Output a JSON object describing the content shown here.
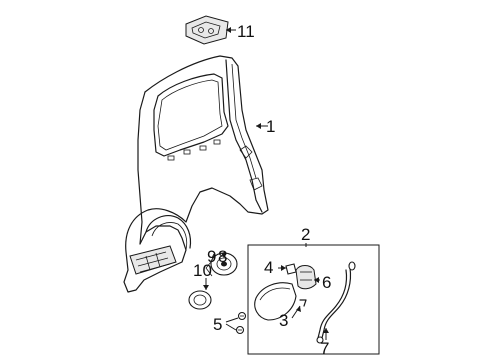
{
  "callouts": [
    {
      "id": "c1",
      "label": "1"
    },
    {
      "id": "c2",
      "label": "2"
    },
    {
      "id": "c3",
      "label": "3"
    },
    {
      "id": "c4",
      "label": "4"
    },
    {
      "id": "c5",
      "label": "5"
    },
    {
      "id": "c6",
      "label": "6"
    },
    {
      "id": "c7",
      "label": "7"
    },
    {
      "id": "c8",
      "label": "8"
    },
    {
      "id": "c9",
      "label": "9"
    },
    {
      "id": "c10",
      "label": "10"
    },
    {
      "id": "c11",
      "label": "11"
    }
  ],
  "colors": {
    "ink": "#1a1a1a",
    "background": "#ffffff"
  }
}
